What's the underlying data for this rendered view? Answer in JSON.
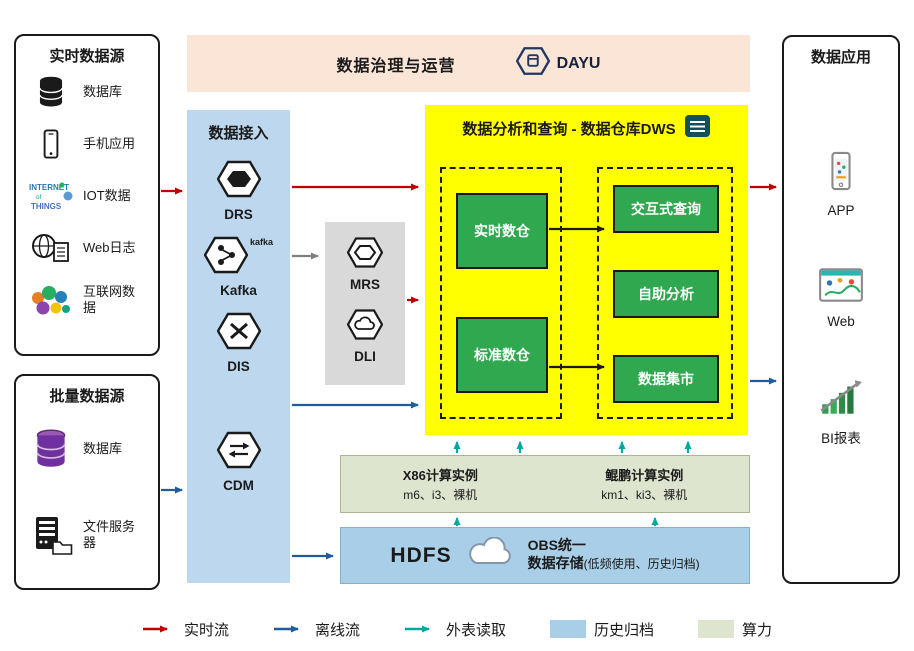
{
  "colors": {
    "realtime_flow": "#c00000",
    "offline_flow": "#1f5c99",
    "external_read": "#00a99d",
    "history_archive": "#a9cfe8",
    "compute_power": "#dde5cf",
    "warehouse_bg": "#ffff00",
    "green_box": "#2fa84f",
    "ingestion_bg": "#bdd7ee",
    "banner_bg": "#fbe5d6",
    "processing_bg": "#d9d9d9"
  },
  "realtime_sources": {
    "title": "实时数据源",
    "items": [
      {
        "label": "数据库",
        "icon": "database-icon"
      },
      {
        "label": "手机应用",
        "icon": "mobile-app-icon"
      },
      {
        "label": "IOT数据",
        "icon": "iot-icon"
      },
      {
        "label": "Web日志",
        "icon": "web-log-icon"
      },
      {
        "label": "互联网数据",
        "icon": "internet-data-icon"
      }
    ]
  },
  "batch_sources": {
    "title": "批量数据源",
    "items": [
      {
        "label": "数据库",
        "icon": "database-purple-icon"
      },
      {
        "label": "文件服务器",
        "icon": "file-server-icon"
      }
    ]
  },
  "governance": {
    "title": "数据治理与运营",
    "logo_text": "DAYU",
    "logo_icon": "dayu-hexagon-icon"
  },
  "ingestion": {
    "title": "数据接入",
    "kafka_mark": "kafka",
    "services": [
      {
        "name": "DRS",
        "icon": "drs-hexagon-icon"
      },
      {
        "name": "Kafka",
        "icon": "kafka-hexagon-icon"
      },
      {
        "name": "DIS",
        "icon": "dis-hexagon-icon"
      },
      {
        "name": "CDM",
        "icon": "cdm-hexagon-icon"
      }
    ]
  },
  "processing": {
    "services": [
      {
        "name": "MRS",
        "icon": "mrs-hexagon-icon"
      },
      {
        "name": "DLI",
        "icon": "dli-hexagon-icon"
      }
    ]
  },
  "warehouse": {
    "title": "数据分析和查询 - 数据仓库DWS",
    "icon": "dws-icon",
    "storage_layers": [
      {
        "label": "实时数仓"
      },
      {
        "label": "标准数仓"
      }
    ],
    "services": [
      {
        "label": "交互式查询"
      },
      {
        "label": "自助分析"
      },
      {
        "label": "数据集市"
      }
    ]
  },
  "compute": {
    "groups": [
      {
        "title": "X86计算实例",
        "spec": "m6、i3、裸机"
      },
      {
        "title": "鲲鹏计算实例",
        "spec": "km1、ki3、裸机"
      }
    ]
  },
  "storage": {
    "hdfs_label": "HDFS",
    "obs_line1": "OBS统一",
    "obs_line2": "数据存储",
    "obs_note": "(低频使用、历史归档)",
    "icon": "obs-cloud-icon"
  },
  "applications": {
    "title": "数据应用",
    "items": [
      {
        "label": "APP",
        "icon": "app-phone-icon"
      },
      {
        "label": "Web",
        "icon": "web-browser-icon"
      },
      {
        "label": "BI报表",
        "icon": "bi-report-icon"
      }
    ]
  },
  "legend": {
    "items": [
      {
        "label": "实时流",
        "kind": "arrow",
        "color": "#c00000"
      },
      {
        "label": "离线流",
        "kind": "arrow",
        "color": "#1f5c99"
      },
      {
        "label": "外表读取",
        "kind": "arrow",
        "color": "#00a99d"
      },
      {
        "label": "历史归档",
        "kind": "swatch",
        "color": "#a9cfe8"
      },
      {
        "label": "算力",
        "kind": "swatch",
        "color": "#dde5cf"
      }
    ]
  }
}
